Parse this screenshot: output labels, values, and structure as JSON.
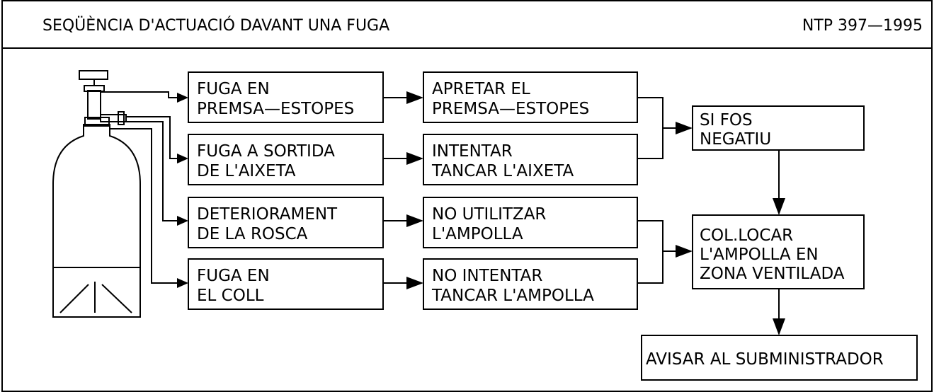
{
  "header": {
    "title": "SEQÜÈNCIA D'ACTUACIÓ DAVANT UNA FUGA",
    "code": "NTP   397—1995"
  },
  "boxes": {
    "leak_gland": [
      "FUGA EN",
      "PREMSA—ESTOPES"
    ],
    "leak_outlet": [
      "FUGA A SORTIDA",
      "DE L'AIXETA"
    ],
    "thread_damage": [
      "DETERIORAMENT",
      "DE LA ROSCA"
    ],
    "leak_neck": [
      "FUGA EN",
      "EL COLL"
    ],
    "tighten_gland": [
      "APRETAR EL",
      "PREMSA—ESTOPES"
    ],
    "close_valve": [
      "INTENTAR",
      "TANCAR L'AIXETA"
    ],
    "dont_use": [
      "NO UTILITZAR",
      "L'AMPOLLA"
    ],
    "dont_close": [
      "NO INTENTAR",
      "TANCAR L'AMPOLLA"
    ],
    "if_negative": [
      "SI FOS",
      "NEGATIU"
    ],
    "ventilate": [
      "COL.LOCAR",
      "L'AMPOLLA EN",
      "ZONA VENTILADA"
    ],
    "notify": [
      "AVISAR AL SUBMINISTRADOR"
    ]
  }
}
